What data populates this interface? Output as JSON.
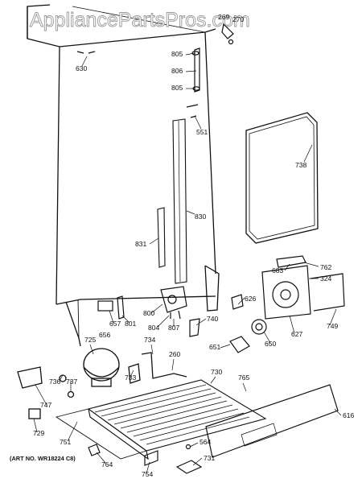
{
  "watermark": "AppliancePartsPros.com",
  "art_number": "(ART NO. WR18224 C8)",
  "parts": [
    {
      "id": "269"
    },
    {
      "id": "270"
    },
    {
      "id": "630"
    },
    {
      "id": "805a",
      "label": "805"
    },
    {
      "id": "806"
    },
    {
      "id": "805b",
      "label": "805"
    },
    {
      "id": "551"
    },
    {
      "id": "738"
    },
    {
      "id": "830"
    },
    {
      "id": "831"
    },
    {
      "id": "762"
    },
    {
      "id": "683"
    },
    {
      "id": "324"
    },
    {
      "id": "626"
    },
    {
      "id": "657"
    },
    {
      "id": "656"
    },
    {
      "id": "801"
    },
    {
      "id": "800"
    },
    {
      "id": "804"
    },
    {
      "id": "807"
    },
    {
      "id": "740"
    },
    {
      "id": "627"
    },
    {
      "id": "749"
    },
    {
      "id": "725"
    },
    {
      "id": "734"
    },
    {
      "id": "260"
    },
    {
      "id": "651"
    },
    {
      "id": "650"
    },
    {
      "id": "736"
    },
    {
      "id": "737"
    },
    {
      "id": "733"
    },
    {
      "id": "730"
    },
    {
      "id": "765"
    },
    {
      "id": "747"
    },
    {
      "id": "729"
    },
    {
      "id": "751"
    },
    {
      "id": "616"
    },
    {
      "id": "564"
    },
    {
      "id": "764"
    },
    {
      "id": "731"
    },
    {
      "id": "754"
    }
  ]
}
